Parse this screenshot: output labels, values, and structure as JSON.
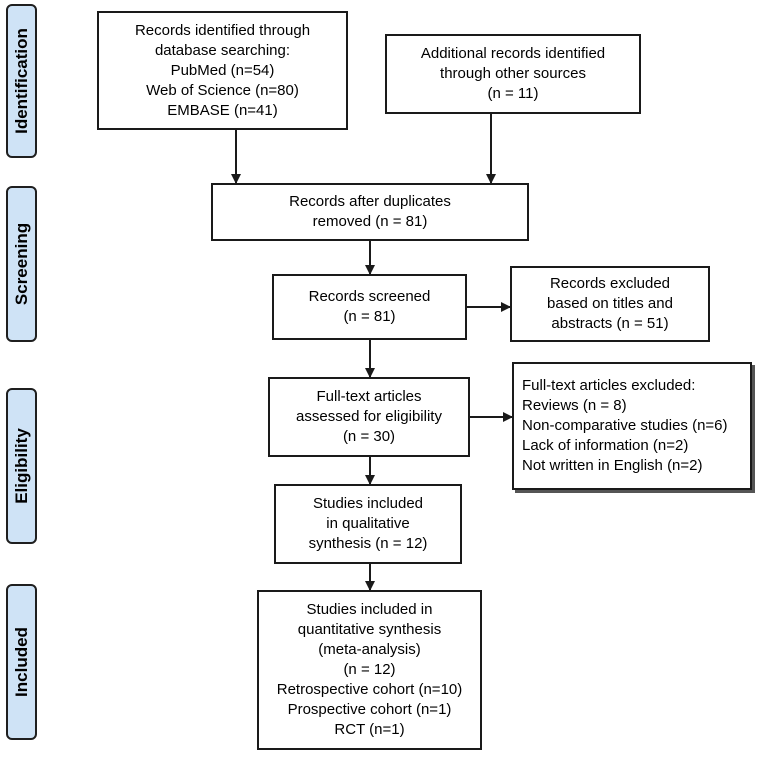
{
  "stages": {
    "identification": "Identification",
    "screening": "Screening",
    "eligibility": "Eligibility",
    "included": "Included"
  },
  "boxes": {
    "database": {
      "lines": [
        "Records identified through",
        "database searching:",
        "PubMed (n=54)",
        "Web of Science (n=80)",
        "EMBASE (n=41)"
      ]
    },
    "other_sources": {
      "lines": [
        "Additional records identified",
        "through other sources",
        "(n = 11)"
      ]
    },
    "after_duplicates": {
      "lines": [
        "Records after duplicates",
        "removed (n = 81)"
      ]
    },
    "screened": {
      "lines": [
        "Records screened",
        "(n = 81)"
      ]
    },
    "excluded_titles": {
      "lines": [
        "Records excluded",
        "based on titles and",
        "abstracts (n = 51)"
      ]
    },
    "fulltext": {
      "lines": [
        "Full-text articles",
        "assessed for eligibility",
        "(n = 30)"
      ]
    },
    "fulltext_excluded": {
      "lines": [
        "Full-text articles excluded:",
        "Reviews (n = 8)",
        "Non-comparative studies (n=6)",
        "Lack of information (n=2)",
        "Not written in English (n=2)"
      ]
    },
    "qualitative": {
      "lines": [
        "Studies included",
        "in qualitative",
        "synthesis (n = 12)"
      ]
    },
    "quantitative": {
      "lines": [
        "Studies included in",
        "quantitative synthesis",
        "(meta-analysis)",
        "(n = 12)",
        "Retrospective cohort (n=10)",
        "Prospective cohort (n=1)",
        "RCT (n=1)"
      ]
    }
  },
  "colors": {
    "stage_fill": "#cfe3f6",
    "border": "#1a1a1a",
    "arrow": "#1a1a1a"
  }
}
